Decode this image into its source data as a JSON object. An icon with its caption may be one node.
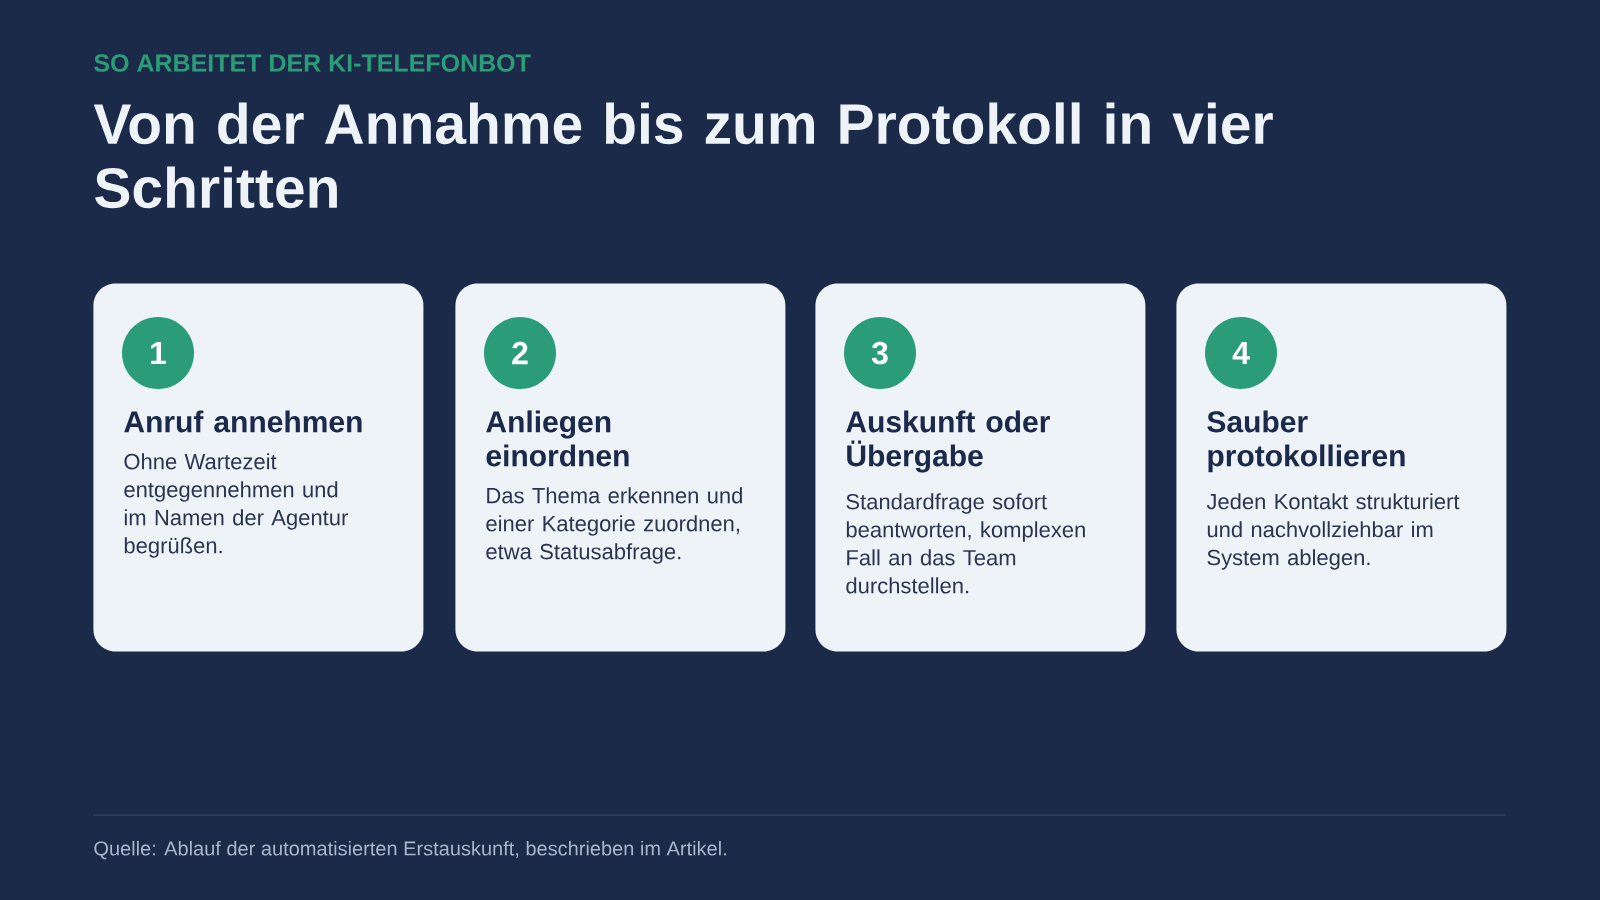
{
  "diagram": {
    "title": "Von der Annahme bis zum Protokoll in vier Schritten",
    "caption": "Quelle: Ablauf der automatisierten Erstauskunft, beschrieben im Artikel.",
    "labels": [
      "SO ARBEITET DER KI-TELEFONBOT"
    ],
    "nodes": [
      {
        "text": [
          "Anruf annehmen",
          "Ohne Wartezeit entgegennehmen und im Namen der Agentur begrüßen."
        ]
      },
      {
        "text": [
          "1"
        ],
        "in": 0
      },
      {
        "text": [
          "Anliegen einordnen",
          "Das Thema erkennen und einer Kategorie zuordnen, etwa Statusabfrage."
        ]
      },
      {
        "text": [
          "2"
        ],
        "in": 2
      },
      {
        "text": [
          "Auskunft oder Übergabe",
          "Standardfrage sofort beantworten, komplexen Fall an das Team durchstellen."
        ]
      },
      {
        "text": [
          "3"
        ],
        "in": 4
      },
      {
        "text": [
          "Sauber protokollieren",
          "Jeden Kontakt strukturiert und nachvollziehbar im System ablegen."
        ]
      },
      {
        "text": [
          "4"
        ],
        "in": 6
      }
    ],
    "edges": []
  }
}
